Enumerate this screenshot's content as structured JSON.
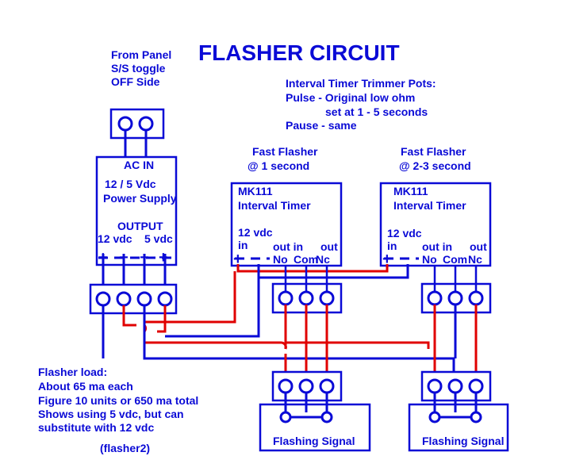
{
  "title": "FLASHER CIRCUIT",
  "from_panel": [
    "From Panel",
    "S/S toggle",
    "OFF Side"
  ],
  "trimmer_notes": [
    "Interval Timer Trimmer Pots:",
    "Pulse - Original low ohm",
    "set at 1 - 5 seconds",
    "Pause - same"
  ],
  "power_supply": {
    "ac_in": "AC IN",
    "line1": "12 / 5 Vdc",
    "line2": "Power Supply",
    "output": "OUTPUT",
    "out_12": "12 vdc",
    "out_5": "5 vdc",
    "plus1": "+",
    "minus1": "−",
    "minus2": "−",
    "plus2": "+"
  },
  "flasher1": {
    "caption1": "Fast Flasher",
    "caption2": "@ 1 second",
    "model": "MK111",
    "name": "Interval Timer",
    "v": "12 vdc",
    "in": "in",
    "out_in": "out in",
    "out": "out",
    "no": "No",
    "com": "Com",
    "nc": "Nc",
    "plus": "+",
    "minus": "−"
  },
  "flasher2": {
    "caption1": "Fast Flasher",
    "caption2": "@ 2-3 second",
    "model": "MK111",
    "name": "Interval Timer",
    "v": "12 vdc",
    "in": "in",
    "out_in": "out in",
    "out": "out",
    "no": "No",
    "com": "Com",
    "nc": "Nc",
    "plus": "+",
    "minus": "−"
  },
  "load_notes": [
    "Flasher load:",
    "About 65 ma each",
    "Figure 10 units or 650 ma total",
    "Shows using 5 vdc, but can",
    "substitute with 12 vdc"
  ],
  "signal1": "Flashing Signal",
  "signal2": "Flashing Signal",
  "footer": "(flasher2)",
  "colors": {
    "wire_blue": "#0a0ad6",
    "wire_red": "#e00000",
    "background": "#ffffff"
  }
}
